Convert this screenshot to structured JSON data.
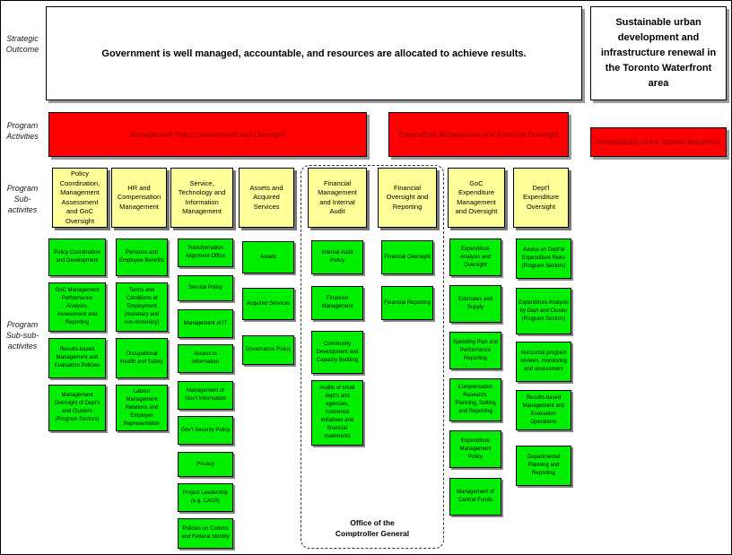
{
  "row_labels": [
    {
      "id": "strategic-outcome",
      "text": "Strategic\nOutcome"
    },
    {
      "id": "program-activities",
      "text": "Program\nActivities"
    },
    {
      "id": "program-sub-activities",
      "text": "Program\nSub-\nactivites"
    },
    {
      "id": "program-sub-sub-activities",
      "text": "Program\nSub-sub-\nactivites"
    }
  ],
  "strategic_outcomes": [
    {
      "id": "outcome-government-well-managed",
      "text": "Government is well managed, accountable, and resources are allocated to achieve results."
    },
    {
      "id": "outcome-sustainable-urban-development",
      "text": "Sustainable urban development and infrastructure renewal in the Toronto Waterfront area"
    }
  ],
  "program_activities": [
    {
      "id": "pa-management-policy",
      "text": "Management Policy Development and Oversight"
    },
    {
      "id": "pa-expenditure-management",
      "text": "Expenditure Management and Financial Oversight"
    },
    {
      "id": "pa-revitalization-waterfront",
      "text": "Revitalization of the Toronto Waterfront"
    }
  ],
  "sub_activities": [
    {
      "id": "sa-policy-coordination",
      "text": "Policy Coordination, Management Assessment and GoC Oversight"
    },
    {
      "id": "sa-hr-compensation",
      "text": "HR and Compensation Management"
    },
    {
      "id": "sa-service-technology",
      "text": "Service, Technology and Information Management"
    },
    {
      "id": "sa-assets-acquired",
      "text": "Assets and Acquired Services"
    },
    {
      "id": "sa-financial-mgmt-internal-audit",
      "text": "Financial Management and Internal Audit"
    },
    {
      "id": "sa-financial-oversight-reporting",
      "text": "Financial Oversight and Reporting"
    },
    {
      "id": "sa-goc-expenditure",
      "text": "GoC Expenditure Management and Oversight"
    },
    {
      "id": "sa-deptl-expenditure",
      "text": "Dept'l Expenditure Oversight"
    }
  ],
  "sub_sub_activities": {
    "column_1": [
      {
        "text": "Policy Coordination and Development"
      },
      {
        "text": "GoC Management Performance Analysis, Assessment and Reporting"
      },
      {
        "text": "Results-based Management and Evaluation Policies"
      },
      {
        "text": "Management Oversight of Dept's and Clusters (Program Sectors)"
      }
    ],
    "column_2": [
      {
        "text": "Pensions and Employee Benefits"
      },
      {
        "text": "Terms and Conditions of Employment (monetary and non-monetary)"
      },
      {
        "text": "Occupational Health and Safety"
      },
      {
        "text": "Labour Management Relations and Employer Representation"
      }
    ],
    "column_3": [
      {
        "text": "Transformation Alignment Office"
      },
      {
        "text": "Service Policy"
      },
      {
        "text": "Management of IT"
      },
      {
        "text": "Access to Information"
      },
      {
        "text": "Management of Gov't Information"
      },
      {
        "text": "Gov't Security Policy"
      },
      {
        "text": "Privacy"
      },
      {
        "text": "Project Leadership (e.g. CASS)"
      },
      {
        "text": "Policies on Comms and Federal Identity"
      }
    ],
    "column_4": [
      {
        "text": "Assets"
      },
      {
        "text": "Acquired Services"
      },
      {
        "text": "Governance Policy"
      }
    ],
    "column_5": [
      {
        "text": "Internal Audit Policy"
      },
      {
        "text": "Financial Management"
      },
      {
        "text": "Community Development and Capacity Building"
      },
      {
        "text": "Audits of small dept's and agencies, horizontal initiatives and financial statements"
      }
    ],
    "column_6": [
      {
        "text": "Financial Oversight"
      },
      {
        "text": "Financial Reporting"
      }
    ],
    "column_7": [
      {
        "text": "Expenditure Analysis and Oversight"
      },
      {
        "text": "Estimates and Supply"
      },
      {
        "text": "Spending Plan and Performance Reporting"
      },
      {
        "text": "Compensation Research, Planning, Setting and Reporting"
      },
      {
        "text": "Expenditure Management Policy"
      },
      {
        "text": "Management of Central Funds"
      }
    ],
    "column_8": [
      {
        "text": "Advice on Dept'al Expenditure Risks (Program Sectors)"
      },
      {
        "text": "Expenditure Analysis by Dept and Cluster (Program Sectors)"
      },
      {
        "text": "Horizontal program reviews, monitoring and assessment"
      },
      {
        "text": "Results-based Management and Evaluation Operations"
      },
      {
        "text": "Departmental Planning and Reporting"
      }
    ]
  },
  "grouping": {
    "id": "office-comptroller-general",
    "label": "Office of the\nComptroller General"
  },
  "colors": {
    "program_activity_fill": "#ff0000",
    "program_activity_text": "#8b0000",
    "sub_activity_fill": "#ffff99",
    "sub_sub_activity_fill": "#00ee00",
    "outcome_fill": "#ffffff",
    "border": "#000000"
  }
}
